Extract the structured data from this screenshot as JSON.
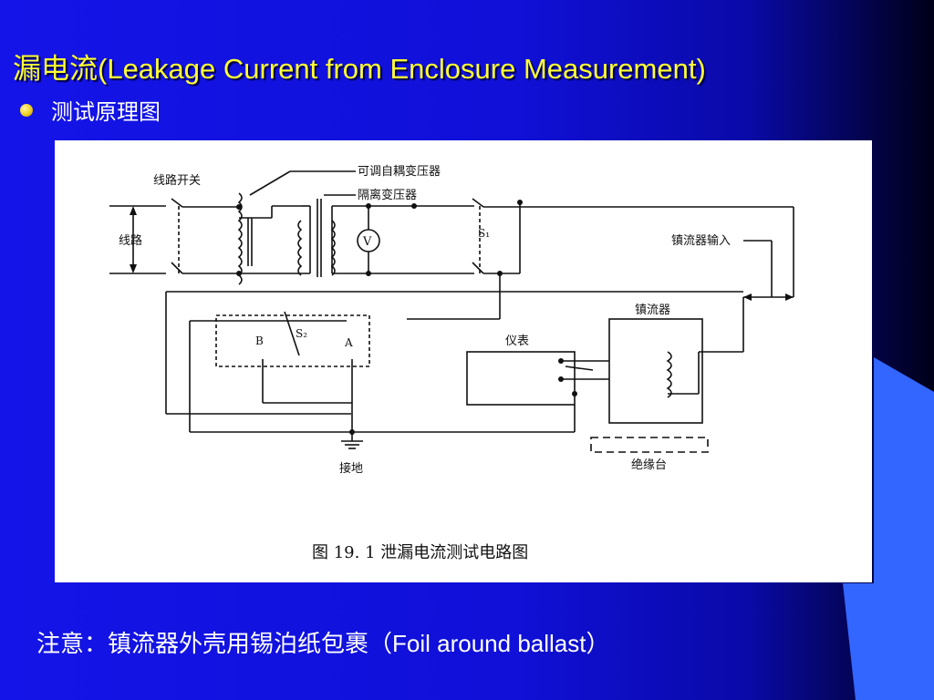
{
  "slide": {
    "title_cn": "漏电流",
    "title_en": "(Leakage Current from Enclosure Measurement)",
    "bullet": "测试原理图",
    "note_cn": "注意：镇流器外壳用锡泊纸包裹（",
    "note_en": "Foil around ballast",
    "note_end": "）"
  },
  "diagram": {
    "label_line_switch": "线路开关",
    "label_adjustable_transformer": "可调自耦变压器",
    "label_isolation_transformer": "隔离变压器",
    "label_line": "线路",
    "label_voltmeter": "V",
    "label_s1": "S₁",
    "label_ballast_input": "镇流器输入",
    "label_ballast": "镇流器",
    "label_s2": "S₂",
    "label_b": "B",
    "label_a": "A",
    "label_meter": "仪表",
    "label_ground": "接地",
    "label_insulating_stand": "绝缘台",
    "caption": "图 19. 1    泄漏电流测试电路图"
  },
  "colors": {
    "background": "#1414e8",
    "title": "#ffff33",
    "text": "#ffffff",
    "accent_shape": "#3366ff"
  }
}
